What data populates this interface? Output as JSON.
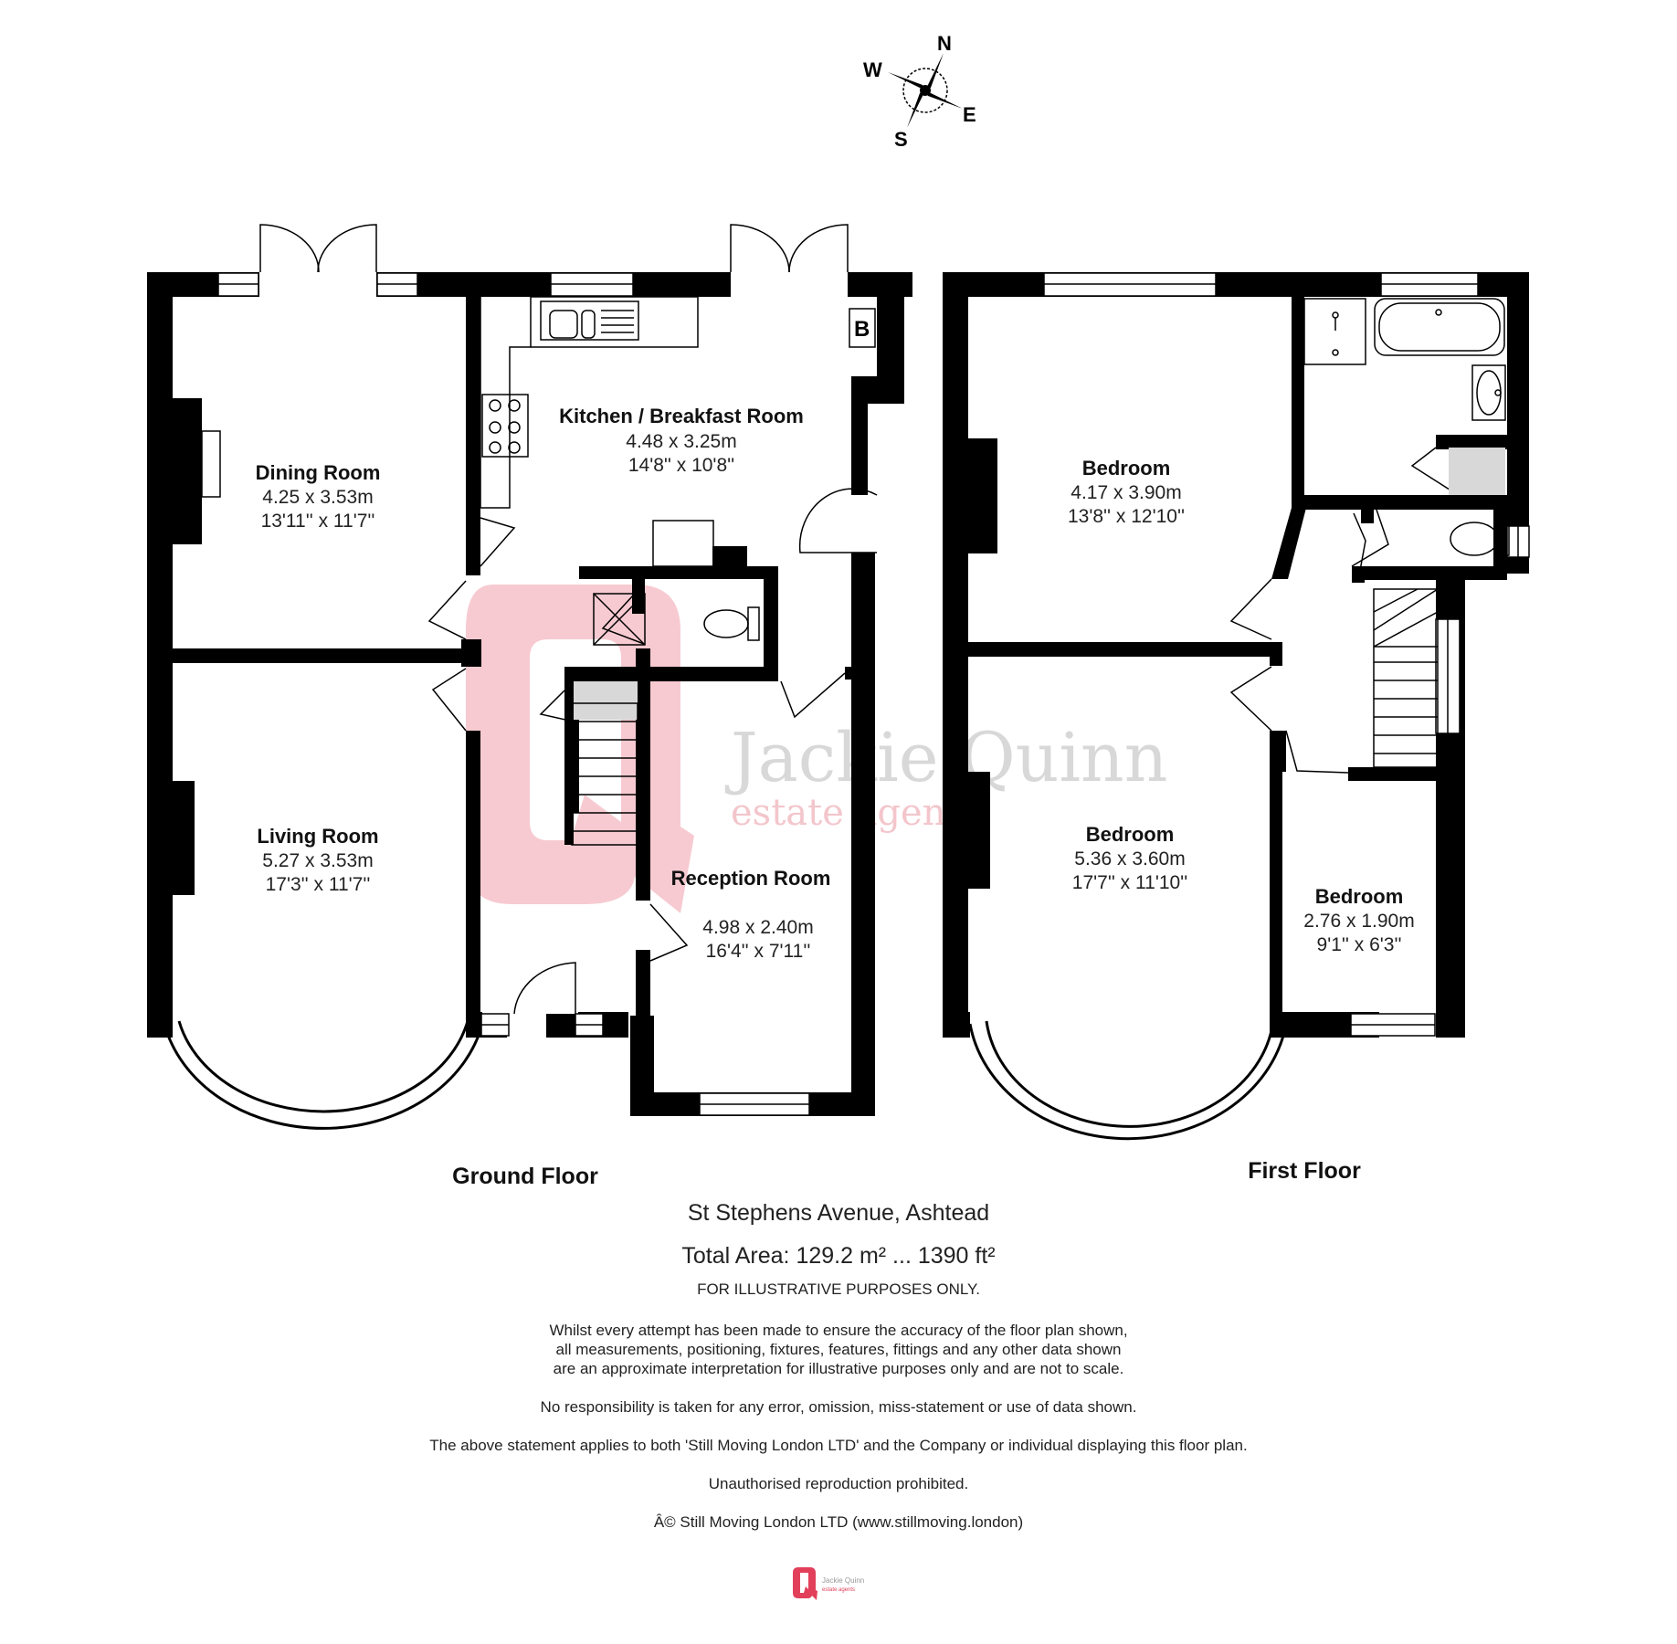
{
  "compass": {
    "n": "N",
    "s": "S",
    "e": "E",
    "w": "W"
  },
  "watermark": {
    "name": "Jackie Quinn",
    "tagline": "estate agents"
  },
  "boiler_label": "B",
  "ground_floor": {
    "title": "Ground Floor",
    "rooms": [
      {
        "name": "Dining Room",
        "metric": "4.25 x 3.53m",
        "imperial": "13'11'' x 11'7''"
      },
      {
        "name": "Kitchen / Breakfast Room",
        "metric": "4.48 x 3.25m",
        "imperial": "14'8'' x 10'8''"
      },
      {
        "name": "Living Room",
        "metric": "5.27 x 3.53m",
        "imperial": "17'3'' x 11'7''"
      },
      {
        "name": "Reception Room",
        "metric": "4.98 x 2.40m",
        "imperial": "16'4'' x 7'11''"
      }
    ]
  },
  "first_floor": {
    "title": "First Floor",
    "rooms": [
      {
        "name": "Bedroom",
        "metric": "4.17 x 3.90m",
        "imperial": "13'8'' x 12'10''"
      },
      {
        "name": "Bedroom",
        "metric": "5.36 x 3.60m",
        "imperial": "17'7'' x 11'10''"
      },
      {
        "name": "Bedroom",
        "metric": "2.76 x 1.90m",
        "imperial": "9'1'' x 6'3''"
      }
    ]
  },
  "footer": {
    "address": "St Stephens Avenue, Ashtead",
    "total_area": "Total Area: 129.2 m² ... 1390 ft²",
    "illustrative": "FOR ILLUSTRATIVE PURPOSES ONLY.",
    "disclaimer_lines": [
      "Whilst every attempt has been made to ensure the accuracy of the floor plan shown,",
      "all measurements, positioning, fixtures, features, fittings and any other data shown",
      "are an approximate interpretation for illustrative purposes only and are not to scale."
    ],
    "responsibility": "No responsibility is taken for any error, omission, miss-statement or use of data shown.",
    "statement": "The above statement applies to both 'Still Moving London LTD' and the Company or individual displaying this floor plan.",
    "reproduction": "Unauthorised reproduction prohibited.",
    "copyright": "Â© Still Moving London LTD (www.stillmoving.london)"
  },
  "colors": {
    "wall": "#000000",
    "accent": "#e2405a",
    "watermark_pink": "#f4b8c1"
  }
}
